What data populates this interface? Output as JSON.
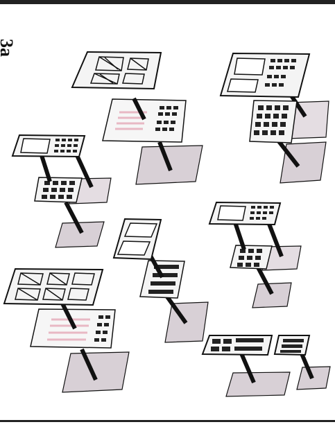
{
  "figure": {
    "label": "3a",
    "colors": {
      "frame": "#222222",
      "ink": "#111111",
      "panel_fill": "#f4f4f4",
      "ground_fill": "#d8d0d6",
      "arrow": "#111111",
      "accent": "#e8b8c4"
    },
    "stacks": [
      {
        "id": "top-left-window",
        "layers": [
          "icon-panel",
          "keypad-panel",
          "ground-plane"
        ]
      },
      {
        "id": "top-right-window",
        "layers": [
          "tabbed-window",
          "keypad-panel",
          "ground-plane"
        ]
      },
      {
        "id": "mid-left-small",
        "layers": [
          "calculator-panel",
          "keypad-panel",
          "ground-plane"
        ]
      },
      {
        "id": "mid-center-tall",
        "layers": [
          "split-window",
          "list-panel",
          "ground-plane"
        ]
      },
      {
        "id": "mid-right-small",
        "layers": [
          "calculator-panel",
          "keypad-panel",
          "ground-plane"
        ]
      },
      {
        "id": "bottom-left-window",
        "layers": [
          "icon-panel",
          "keypad-panel",
          "ground-plane"
        ]
      },
      {
        "id": "bottom-right-pair",
        "layers": [
          "toolbar-panel",
          "toolbar-panel-small",
          "ground-plane"
        ]
      }
    ]
  }
}
